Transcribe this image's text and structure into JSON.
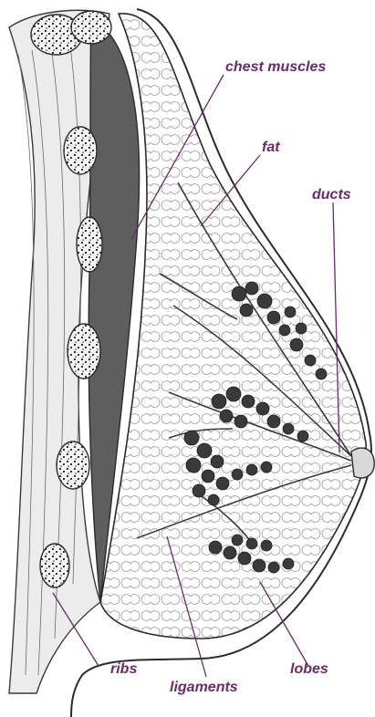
{
  "labels": {
    "chest_muscles": "chest muscles",
    "fat": "fat",
    "ducts": "ducts",
    "ribs": "ribs",
    "ligaments": "ligaments",
    "lobes": "lobes"
  },
  "colors": {
    "label": "#6b2a6b",
    "leader": "#6b2a6b",
    "ink": "#2b2b2b",
    "muscle": "#5a5a5a",
    "lobule": "#3a3a3a"
  }
}
